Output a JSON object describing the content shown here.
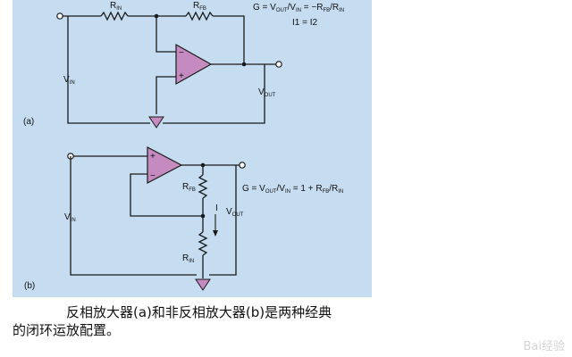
{
  "figure": {
    "a": {
      "panel_label": "(a)",
      "r_in": "R",
      "r_in_sub": "IN",
      "r_fb": "R",
      "r_fb_sub": "FB",
      "v_in": "V",
      "v_in_sub": "IN",
      "v_out": "V",
      "v_out_sub": "OUT",
      "gain_parts": [
        "G = V",
        "OUT",
        "/V",
        "IN",
        " = −R",
        "FB",
        "/R",
        "IN"
      ],
      "current_eq": "I1 = I2"
    },
    "b": {
      "panel_label": "(b)",
      "r_fb": "R",
      "r_fb_sub": "FB",
      "r_in": "R",
      "r_in_sub": "IN",
      "v_in": "V",
      "v_in_sub": "IN",
      "v_out": "V",
      "v_out_sub": "OUT",
      "current": "I",
      "gain_parts": [
        "G = V",
        "OUT",
        "/V",
        "IN",
        " = 1 + R",
        "FB",
        "/R",
        "IN"
      ]
    },
    "opamp_plus": "+",
    "opamp_minus": "−",
    "colors": {
      "panel": "#c5dcf1",
      "opamp": "#c58ac0",
      "ground": "#c58ac0"
    }
  },
  "caption": {
    "line1": "反相放大器(a)和非反相放大器(b)是两种经典",
    "line2": "的闭环运放配置。"
  },
  "watermark": "Bai经验"
}
